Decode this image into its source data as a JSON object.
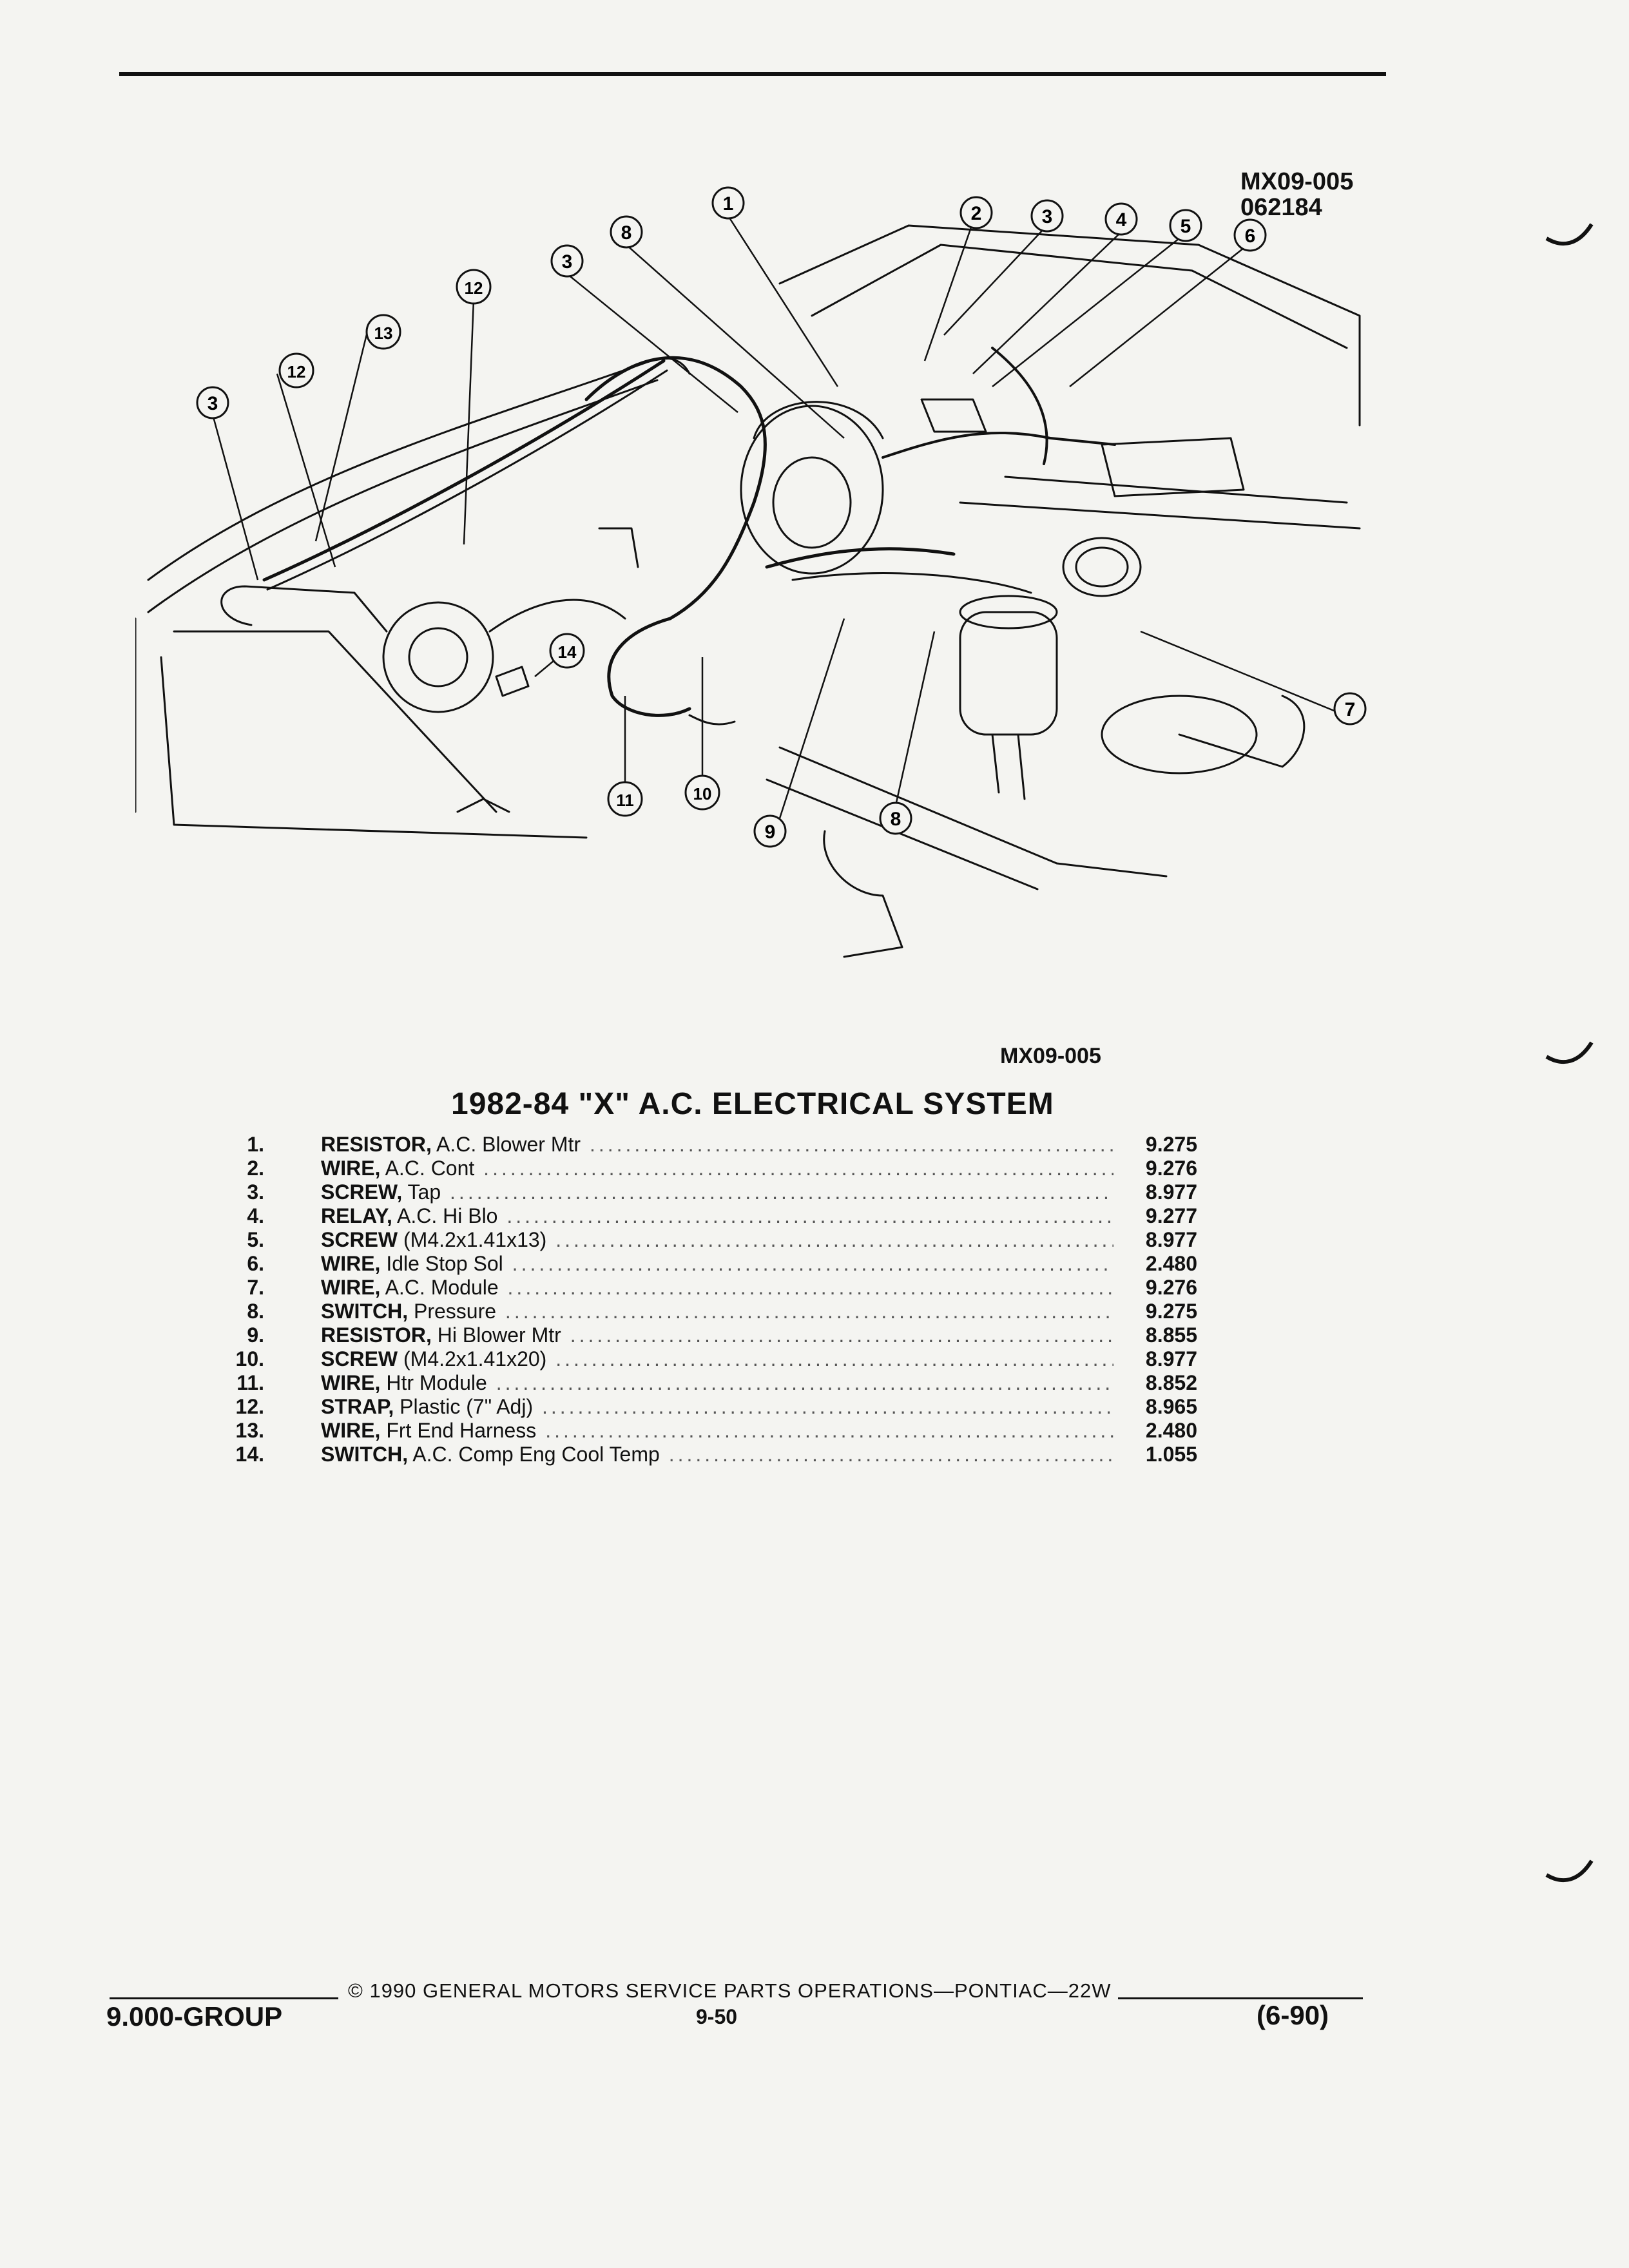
{
  "header": {
    "ref_code_1": "MX09-005",
    "ref_code_2": "062184"
  },
  "figure": {
    "callouts": [
      "1",
      "2",
      "3",
      "4",
      "5",
      "6",
      "7",
      "8",
      "9",
      "10",
      "11",
      "12",
      "13",
      "14"
    ],
    "code": "MX09-005"
  },
  "parts_list": {
    "title": "1982-84 \"X\" A.C. ELECTRICAL SYSTEM",
    "rows": [
      {
        "num": "1.",
        "name": "RESISTOR,",
        "detail": " A.C. Blower Mtr",
        "ref": "9.275"
      },
      {
        "num": "2.",
        "name": "WIRE,",
        "detail": " A.C. Cont",
        "ref": "9.276"
      },
      {
        "num": "3.",
        "name": "SCREW,",
        "detail": " Tap",
        "ref": "8.977"
      },
      {
        "num": "4.",
        "name": "RELAY,",
        "detail": " A.C. Hi Blo",
        "ref": "9.277"
      },
      {
        "num": "5.",
        "name": "SCREW",
        "detail": " (M4.2x1.41x13)",
        "ref": "8.977"
      },
      {
        "num": "6.",
        "name": "WIRE,",
        "detail": " Idle Stop Sol",
        "ref": "2.480"
      },
      {
        "num": "7.",
        "name": "WIRE,",
        "detail": " A.C. Module",
        "ref": "9.276"
      },
      {
        "num": "8.",
        "name": "SWITCH,",
        "detail": " Pressure",
        "ref": "9.275"
      },
      {
        "num": "9.",
        "name": "RESISTOR,",
        "detail": " Hi Blower Mtr",
        "ref": "8.855"
      },
      {
        "num": "10.",
        "name": "SCREW",
        "detail": " (M4.2x1.41x20)",
        "ref": "8.977"
      },
      {
        "num": "11.",
        "name": "WIRE,",
        "detail": " Htr Module",
        "ref": "8.852"
      },
      {
        "num": "12.",
        "name": "STRAP,",
        "detail": " Plastic (7\" Adj)",
        "ref": "8.965"
      },
      {
        "num": "13.",
        "name": "WIRE,",
        "detail": " Frt End Harness",
        "ref": "2.480"
      },
      {
        "num": "14.",
        "name": "SWITCH,",
        "detail": " A.C. Comp Eng Cool Temp",
        "ref": "1.055"
      }
    ]
  },
  "footer": {
    "copyright": "© 1990 GENERAL MOTORS SERVICE PARTS OPERATIONS—PONTIAC—22W",
    "group": "9.000-GROUP",
    "page": "9-50",
    "date": "(6-90)"
  }
}
